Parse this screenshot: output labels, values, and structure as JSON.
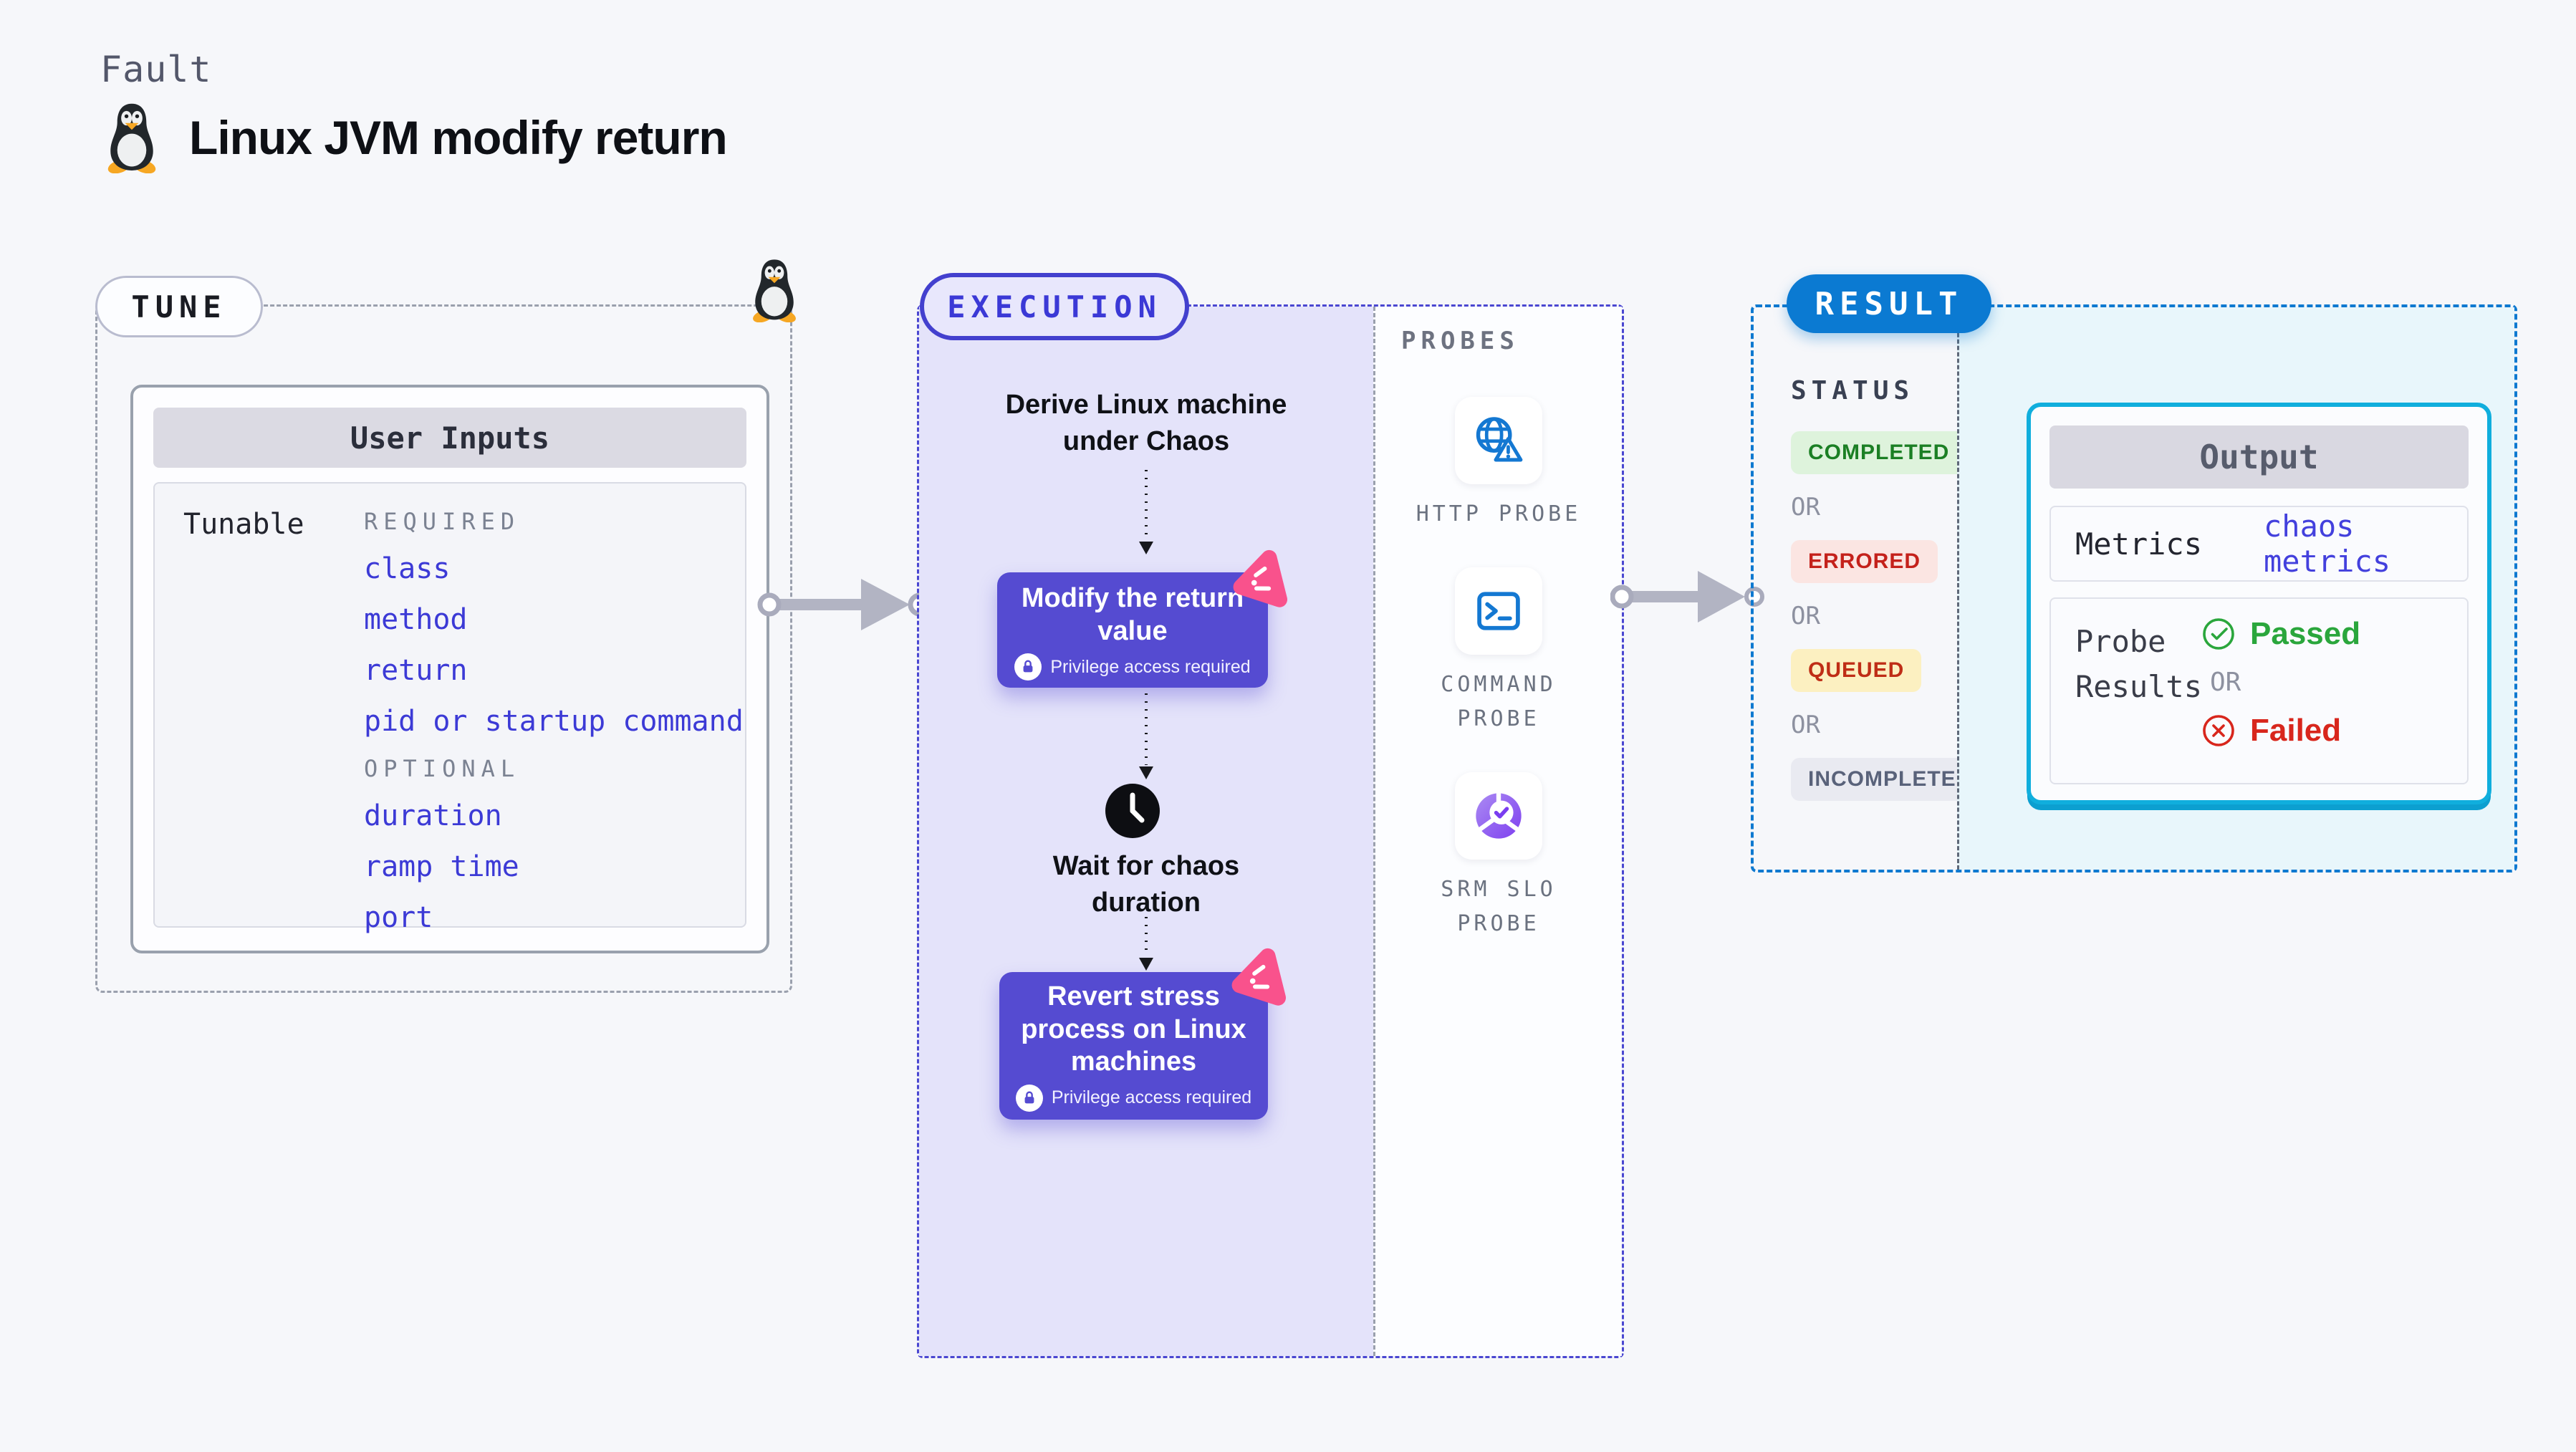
{
  "header": {
    "kicker": "Fault",
    "title": "Linux JVM modify return"
  },
  "tune": {
    "pill": "TUNE",
    "card_title": "User Inputs",
    "row_label": "Tunable",
    "required_label": "REQUIRED",
    "required_items": [
      "class",
      "method",
      "return",
      "pid or startup command"
    ],
    "optional_label": "OPTIONAL",
    "optional_items": [
      "duration",
      "ramp time",
      "port"
    ]
  },
  "execution": {
    "pill": "EXECUTION",
    "derive_step": "Derive Linux machine\nunder Chaos",
    "modify_step": {
      "title": "Modify the return\nvalue",
      "badge": "Privilege access required"
    },
    "wait_step": "Wait for chaos\nduration",
    "revert_step": {
      "title": "Revert stress\nprocess on Linux\nmachines",
      "badge": "Privilege access required"
    }
  },
  "probes": {
    "label": "PROBES",
    "items": [
      {
        "name": "HTTP PROBE",
        "icon": "globe-alert-icon"
      },
      {
        "name": "COMMAND\nPROBE",
        "icon": "terminal-icon"
      },
      {
        "name": "SRM SLO\nPROBE",
        "icon": "slo-donut-icon"
      }
    ]
  },
  "result": {
    "pill": "RESULT",
    "status_label": "STATUS",
    "or_label": "OR",
    "statuses": [
      "COMPLETED",
      "ERRORED",
      "QUEUED",
      "INCOMPLETED"
    ],
    "output": {
      "title": "Output",
      "metrics_label": "Metrics",
      "metrics_link": "chaos metrics",
      "probe_results_label": "Probe\nResults",
      "passed_label": "Passed",
      "failed_label": "Failed"
    }
  },
  "colors": {
    "page_bg": "#f6f7fa",
    "purple_step": "#554bd1",
    "indigo_dash": "#4a47d1",
    "lavender_bg": "#e4e3fa",
    "result_blue": "#0b7ad2",
    "cyan_border": "#10aedd",
    "cyan_bg": "#e8f6fb",
    "link_indigo": "#3c3ad6",
    "pink_chaos": "#f9528c",
    "probe_icon_blue": "#1478d2",
    "completed_green": "#1b7f24",
    "errored_red": "#c4211b",
    "queued_text": "#bf2d16",
    "incompleted_slate": "#59627a",
    "passed_green": "#2aa63c",
    "failed_red": "#d8261c"
  }
}
